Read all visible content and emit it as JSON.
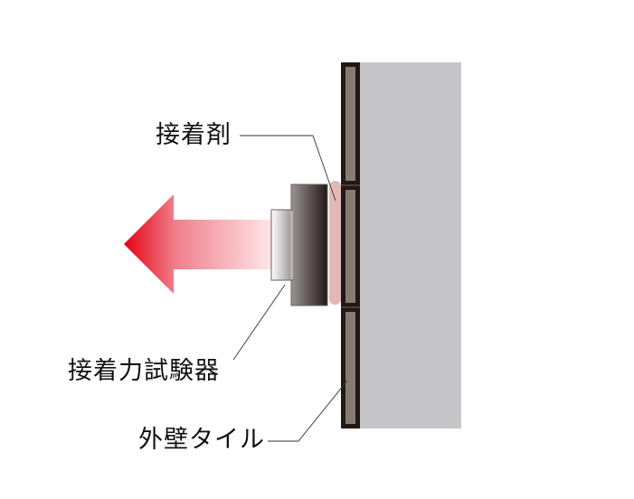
{
  "diagram": {
    "title": "",
    "labels": {
      "adhesive": "接着剤",
      "tester": "接着力試験器",
      "tile": "外壁タイル"
    },
    "colors": {
      "wall": "#c6c6c8",
      "tile_frame": "#231815",
      "tile_face": "#857d70",
      "adhesive": "#e3b9b6",
      "arrow_tip": "#e60012",
      "arrow_tail": "#fde6e8",
      "tester_dark": "#231815",
      "tester_light": "#ffffff",
      "leader_line": "#333333"
    },
    "elements": [
      "exterior wall",
      "three exterior tiles",
      "adhesive layer on middle tile",
      "adhesion tester attached to tile",
      "pull-direction arrow (leftward)"
    ]
  }
}
